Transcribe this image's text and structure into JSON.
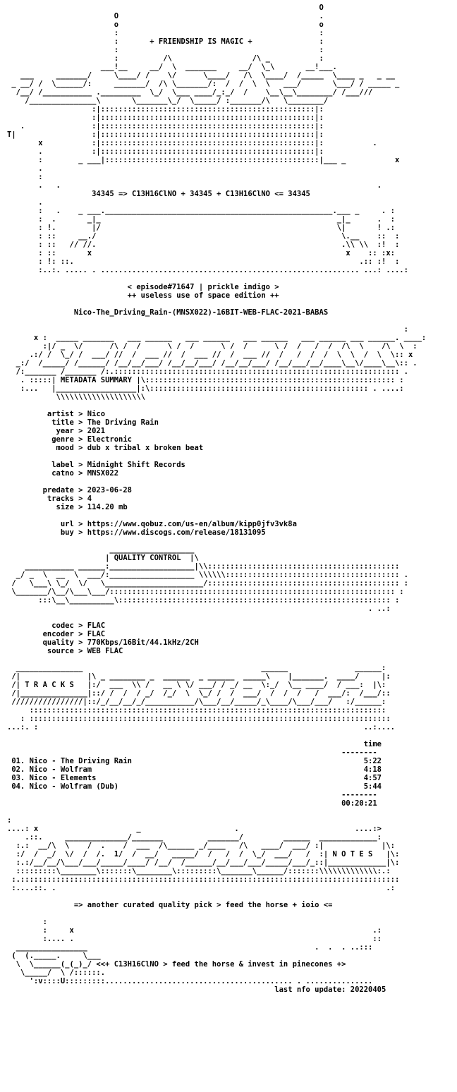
{
  "header": {
    "title_line": "+ FRIENDSHIP IS MAGIC +",
    "formula_line": "34345 => C13H16ClNO + 34345 + C13H16ClNO <= 34345"
  },
  "episode": {
    "line1": "< episode#71647 | prickle indigo >",
    "line2": "++ useless use of space edition ++",
    "release_name": "Nico-The_Driving_Rain-(MNSX022)-16BIT-WEB-FLAC-2021-BABAS"
  },
  "metadata": {
    "section_title": "METADATA SUMMARY",
    "rows": [
      {
        "key": "artist",
        "value": "Nico"
      },
      {
        "key": "title",
        "value": "The Driving Rain"
      },
      {
        "key": "year",
        "value": "2021"
      },
      {
        "key": "genre",
        "value": "Electronic"
      },
      {
        "key": "mood",
        "value": "dub x tribal x broken beat"
      },
      {
        "key": "label",
        "value": "Midnight Shift Records"
      },
      {
        "key": "catno",
        "value": "MNSX022"
      },
      {
        "key": "predate",
        "value": "2023-06-28"
      },
      {
        "key": "tracks",
        "value": "4"
      },
      {
        "key": "size",
        "value": "114.20 mb"
      },
      {
        "key": "url",
        "value": "https://www.qobuz.com/us-en/album/kipp0jfv3vk8a"
      },
      {
        "key": "buy",
        "value": "https://www.discogs.com/release/18131095"
      }
    ]
  },
  "quality": {
    "section_title": "QUALITY CONTROL",
    "rows": [
      {
        "key": "codec",
        "value": "FLAC"
      },
      {
        "key": "encoder",
        "value": "FLAC"
      },
      {
        "key": "quality",
        "value": "770Kbps/16Bit/44.1kHz/2CH"
      },
      {
        "key": "source",
        "value": "WEB FLAC"
      }
    ]
  },
  "tracks": {
    "section_title": "T R A C K S",
    "time_header": "time",
    "list": [
      {
        "num": "01.",
        "name": "Nico - The Driving Rain",
        "time": "5:22"
      },
      {
        "num": "02.",
        "name": "Nico - Wolfram",
        "time": "4:18"
      },
      {
        "num": "03.",
        "name": "Nico - Elements",
        "time": "4:57"
      },
      {
        "num": "04.",
        "name": "Nico - Wolfram (Dub)",
        "time": "5:44"
      }
    ],
    "total": "00:20:21"
  },
  "notes": {
    "section_title": "N O T E S",
    "line": "=> another curated quality pick > feed the horse + ioio <="
  },
  "footer": {
    "line": "<<+ C13H16ClNO > feed the horse & invest in pinecones +>",
    "update": "last nfo update: 20220405"
  }
}
